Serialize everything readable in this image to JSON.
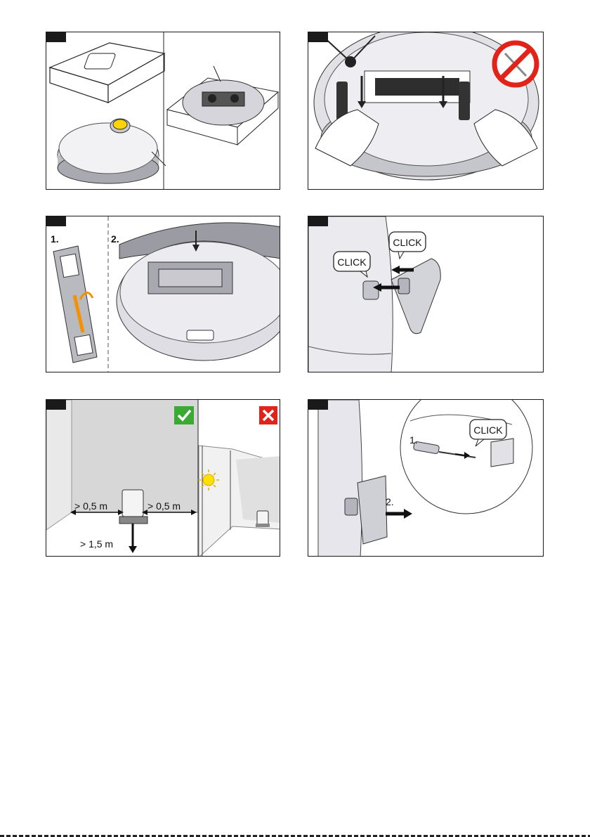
{
  "panels": {
    "p1": {
      "name": "unpacking"
    },
    "p2": {
      "name": "remove-roller-protection"
    },
    "p3": {
      "step1": "1.",
      "step2": "2."
    },
    "p4": {
      "click_a": "CLICK",
      "click_b": "CLICK"
    },
    "p5": {
      "dist_left": "> 0,5 m",
      "dist_right": "> 0,5 m",
      "dist_front": "> 1,5 m"
    },
    "p6": {
      "step1": "1.",
      "step2": "2.",
      "click": "CLICK"
    }
  },
  "colors": {
    "ok_green": "#3aaa35",
    "bad_red": "#e2231a",
    "warning_red": "#e2231a",
    "accent_orange": "#f39200",
    "sun_yellow": "#ffe000",
    "wall_gray": "#d7d7d7"
  }
}
